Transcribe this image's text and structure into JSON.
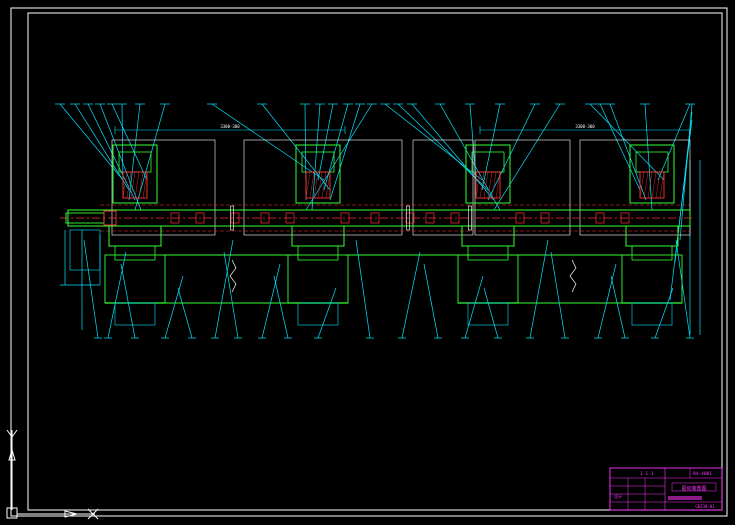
{
  "drawing": {
    "background": "#000000",
    "colors": {
      "frame": "#ffffff",
      "mechanical": "#33ff33",
      "dimension": "#00e5ff",
      "centerline": "#ff3333",
      "titleblock": "#ff33ff",
      "hatch": "#ff3333"
    },
    "frame_labels": {
      "dim_top_left": "3300-300",
      "dim_top_right": "3300-300"
    },
    "title_block": {
      "header_marks": "1  1  1",
      "header_right": "04-4001",
      "drawing_name": "驱动装置图",
      "drawing_code": "GDZ30-01",
      "company": "设计"
    },
    "ucs_icon": {
      "x_label": "X",
      "y_label": "Y"
    }
  }
}
